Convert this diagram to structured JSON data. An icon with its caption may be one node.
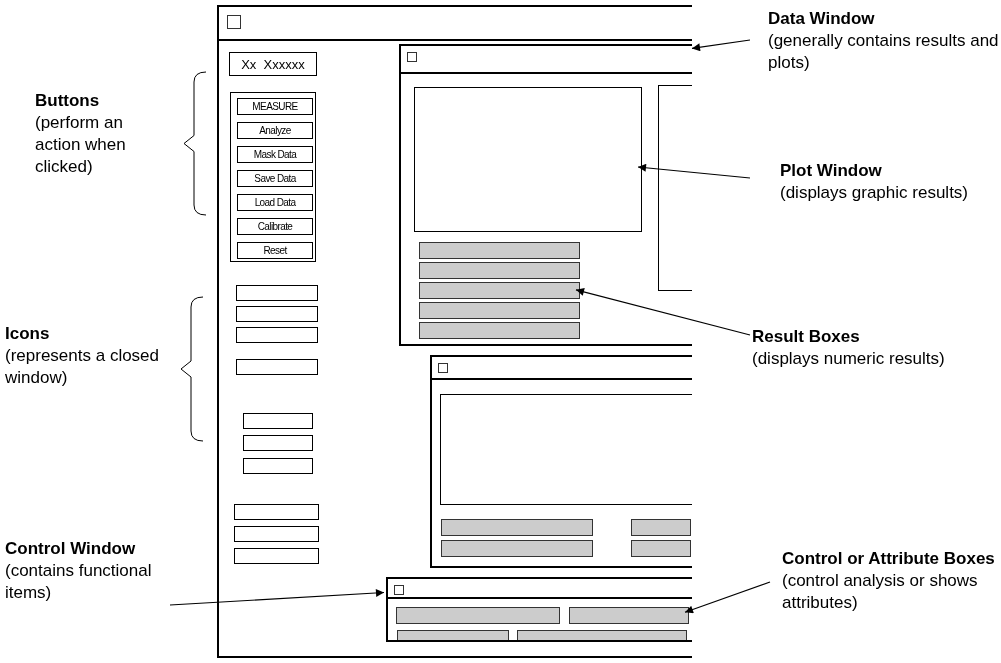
{
  "diagram": {
    "nodes": [
      {
        "text": [],
        "shape": "box"
      },
      {
        "text": [
          "Xx  Xxxxxx"
        ],
        "in": 0
      },
      {
        "text": [],
        "shape": "box",
        "in": 0
      },
      {
        "text": [
          "MEASURE"
        ],
        "in": 2
      },
      {
        "text": [
          "Analyze"
        ],
        "in": 2
      },
      {
        "text": [
          "Mask Data"
        ],
        "in": 2
      },
      {
        "text": [
          "Save Data"
        ],
        "in": 2
      },
      {
        "text": [
          "Load Data"
        ],
        "in": 2
      },
      {
        "text": [
          "Calibrate"
        ],
        "in": 2
      },
      {
        "text": [
          "Reset"
        ],
        "in": 2
      },
      {
        "text": [],
        "shape": "box",
        "in": 0
      },
      {
        "text": [],
        "shape": "box",
        "in": 0
      },
      {
        "text": [],
        "shape": "box",
        "in": 0
      },
      {
        "text": [],
        "shape": "box",
        "in": 0
      },
      {
        "text": [],
        "shape": "box",
        "in": 0
      },
      {
        "text": [],
        "shape": "box",
        "in": 0
      },
      {
        "text": [],
        "shape": "box",
        "in": 0
      },
      {
        "text": [],
        "shape": "box",
        "in": 0
      },
      {
        "text": [],
        "shape": "box",
        "in": 0
      },
      {
        "text": [],
        "shape": "box",
        "in": 0
      },
      {
        "text": [],
        "shape": "box",
        "in": 0
      },
      {
        "text": [],
        "shape": "box",
        "in": 20
      },
      {
        "text": [],
        "shape": "box",
        "in": 20
      },
      {
        "text": [],
        "shape": "box",
        "in": 20
      },
      {
        "text": [],
        "shape": "box",
        "in": 20
      },
      {
        "text": [],
        "shape": "box",
        "in": 20
      },
      {
        "text": [],
        "shape": "box",
        "in": 20
      },
      {
        "text": [],
        "shape": "box",
        "in": 0
      },
      {
        "text": [],
        "shape": "box",
        "in": 27
      },
      {
        "text": [],
        "shape": "box",
        "in": 27
      },
      {
        "text": [],
        "shape": "box",
        "in": 27
      },
      {
        "text": [],
        "shape": "box",
        "in": 27
      },
      {
        "text": [],
        "shape": "box",
        "in": 27
      },
      {
        "text": [],
        "shape": "box",
        "in": 0
      },
      {
        "text": [],
        "shape": "box",
        "in": 33
      },
      {
        "text": [],
        "shape": "box",
        "in": 33
      },
      {
        "text": [],
        "shape": "box",
        "in": 33
      },
      {
        "text": [],
        "shape": "box",
        "in": 33
      },
      {
        "text": [
          "Data Window",
          "(generally contains results and plots)"
        ]
      },
      {
        "text": [
          "Plot Window",
          "(displays graphic results)"
        ]
      },
      {
        "text": [
          "Result Boxes",
          "(displays numeric results)"
        ]
      },
      {
        "text": [
          "Control Window",
          "(contains functional items)"
        ]
      },
      {
        "text": [
          "Control or Attribute Boxes",
          "(control analysis or shows attributes)"
        ]
      }
    ],
    "edges": [
      {
        "from": 38,
        "to": 20,
        "arrow": "to"
      },
      {
        "from": 39,
        "to": 21,
        "arrow": "to"
      },
      {
        "from": 40,
        "to": 24,
        "arrow": "to"
      },
      {
        "from": 41,
        "to": 33,
        "arrow": "to"
      },
      {
        "from": 42,
        "to": 35,
        "arrow": "to"
      }
    ],
    "labels": [
      "Buttons",
      "(perform an action when clicked)",
      "Icons",
      "(represents a closed window)"
    ]
  }
}
